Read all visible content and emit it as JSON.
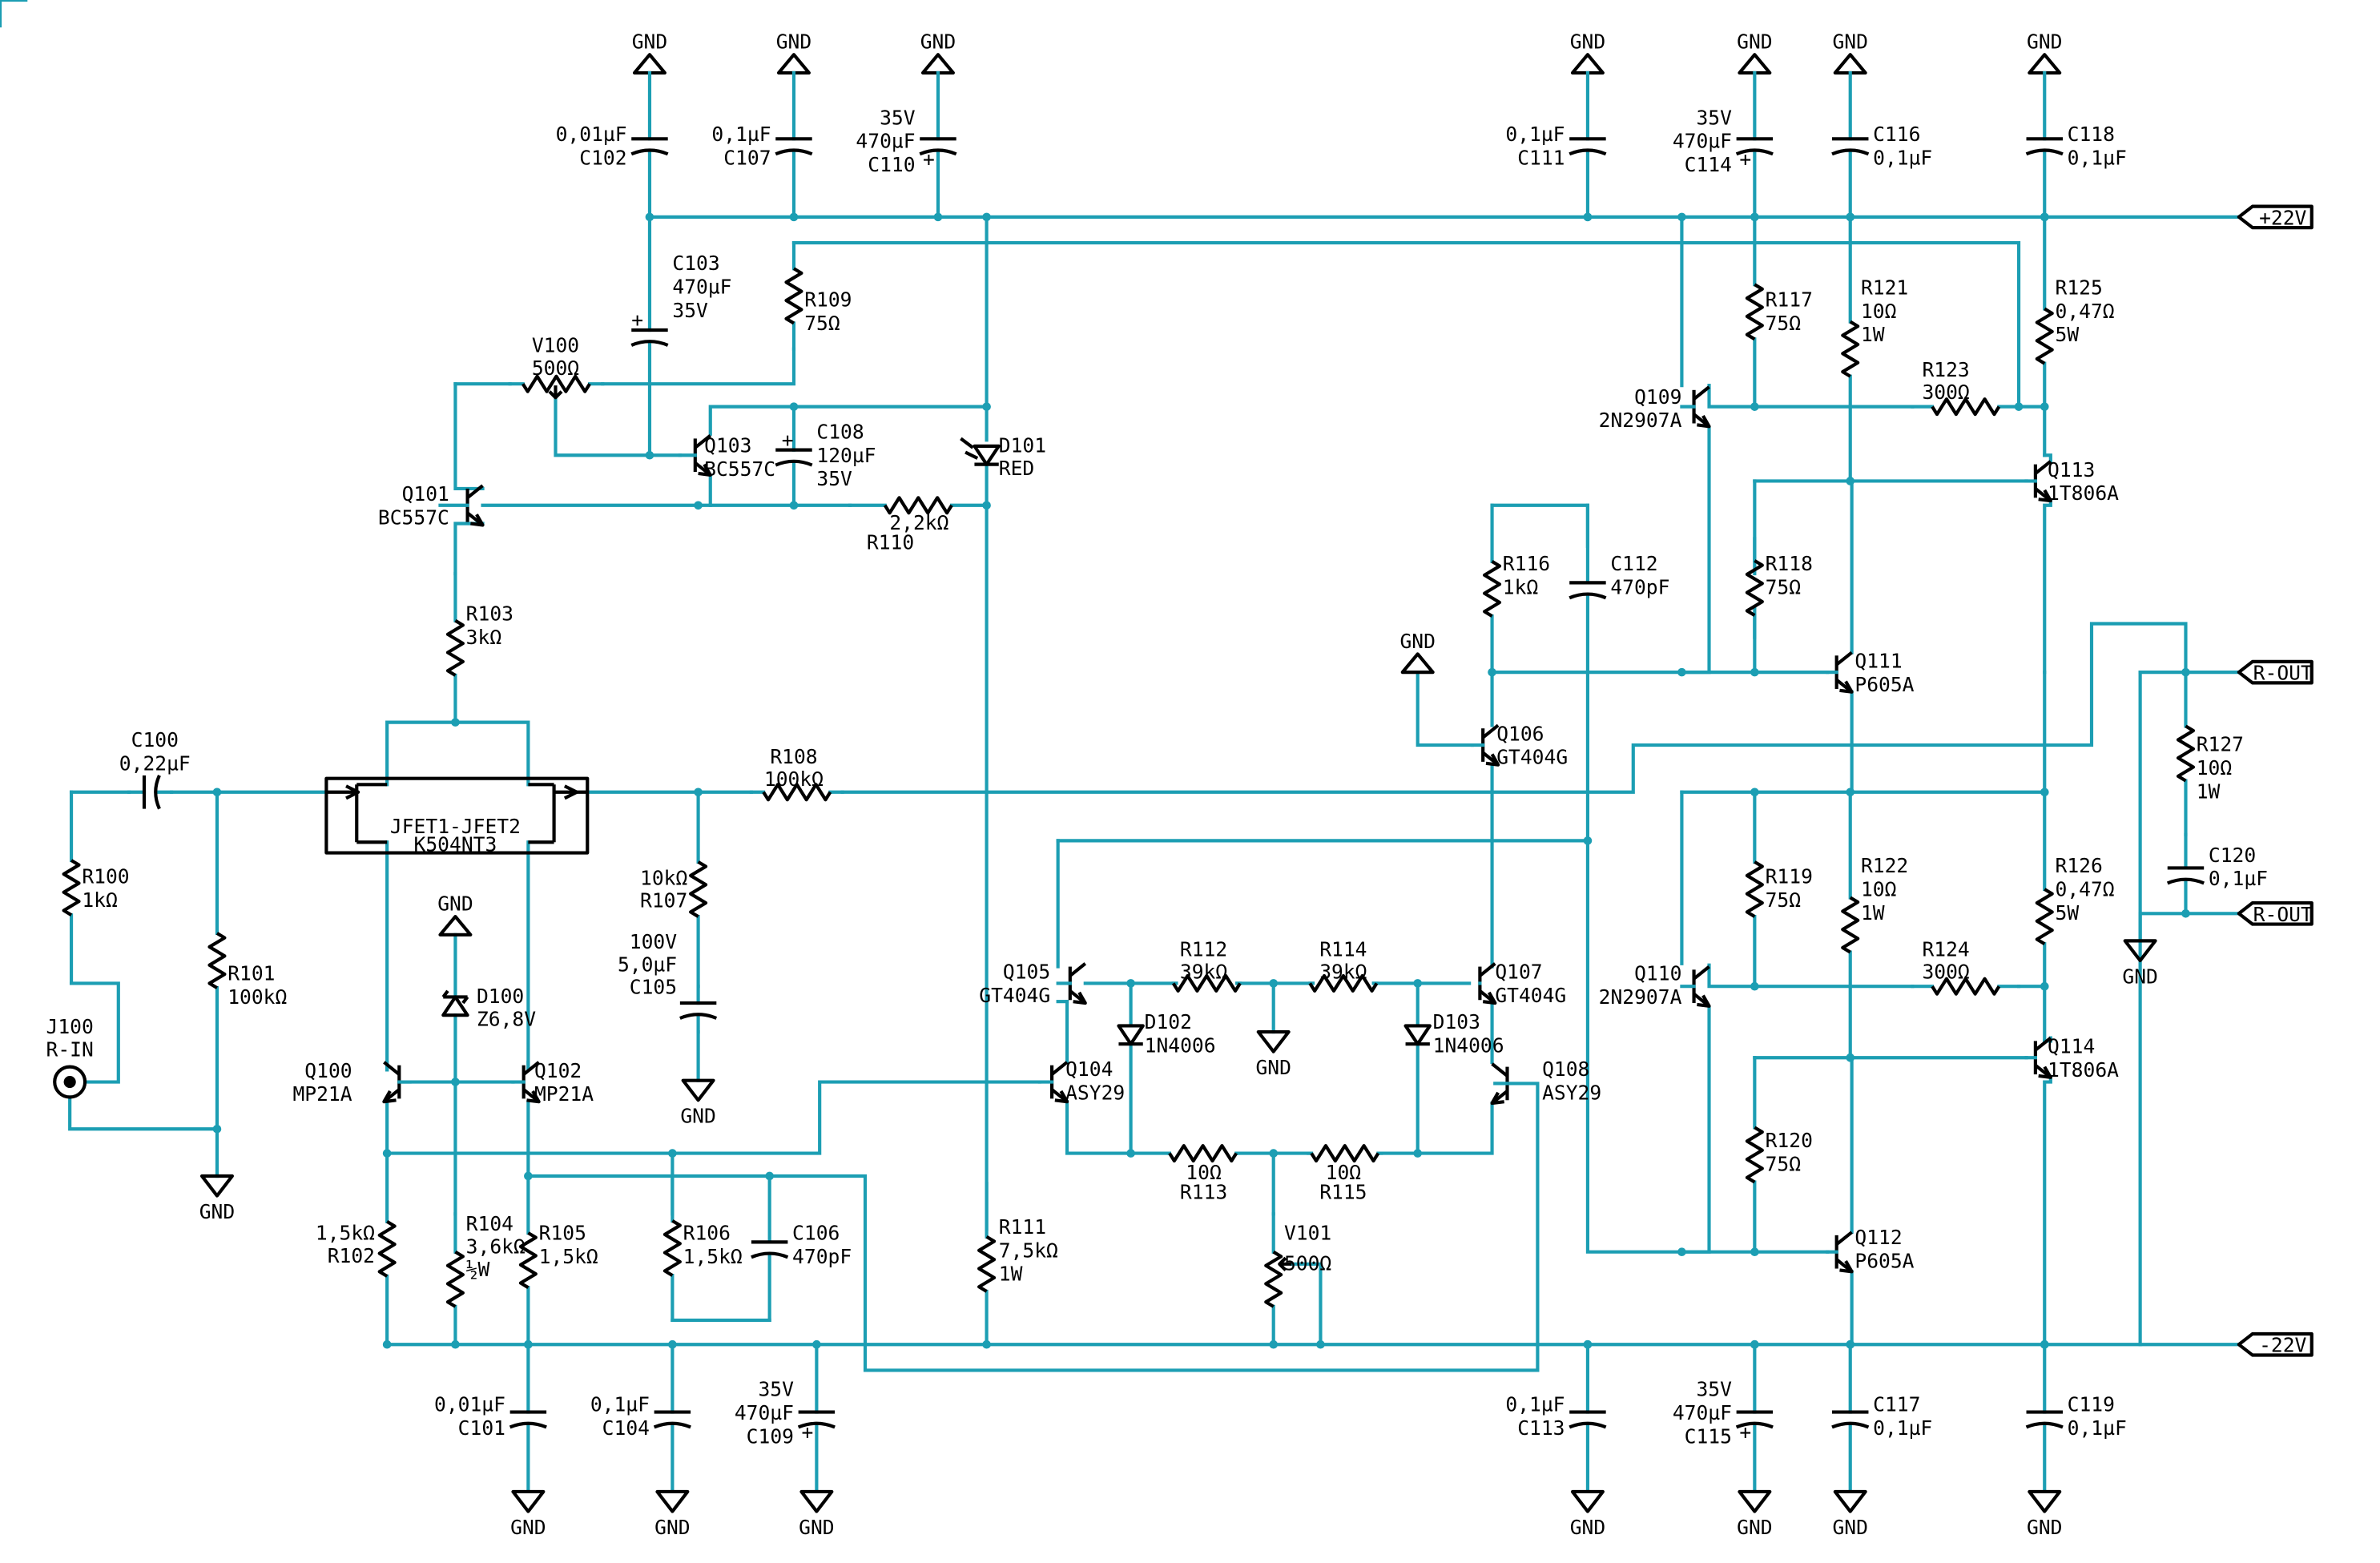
{
  "nets": {
    "gnd": "GND",
    "pos": "+22V",
    "neg": "-22V",
    "rout": "R-OUT"
  },
  "components": {
    "C100": {
      "ref": "C100",
      "value": "0,22µF"
    },
    "C101": {
      "ref": "C101",
      "value": "0,01µF"
    },
    "C102": {
      "ref": "C102",
      "value": "0,01µF"
    },
    "C103": {
      "ref": "C103",
      "value": "470µF",
      "rating": "35V"
    },
    "C104": {
      "ref": "C104",
      "value": "0,1µF"
    },
    "C105": {
      "ref": "C105",
      "value": "5,0µF",
      "rating": "100V"
    },
    "C106": {
      "ref": "C106",
      "value": "470pF"
    },
    "C107": {
      "ref": "C107",
      "value": "0,1µF"
    },
    "C108": {
      "ref": "C108",
      "value": "120µF",
      "rating": "35V"
    },
    "C109": {
      "ref": "C109",
      "value": "470µF",
      "rating": "35V"
    },
    "C110": {
      "ref": "C110",
      "value": "470µF",
      "rating": "35V"
    },
    "C111": {
      "ref": "C111",
      "value": "0,1µF"
    },
    "C112": {
      "ref": "C112",
      "value": "470pF"
    },
    "C113": {
      "ref": "C113",
      "value": "0,1µF"
    },
    "C114": {
      "ref": "C114",
      "value": "470µF",
      "rating": "35V"
    },
    "C115": {
      "ref": "C115",
      "value": "470µF",
      "rating": "35V"
    },
    "C116": {
      "ref": "C116",
      "value": "0,1µF"
    },
    "C117": {
      "ref": "C117",
      "value": "0,1µF"
    },
    "C118": {
      "ref": "C118",
      "value": "0,1µF"
    },
    "C119": {
      "ref": "C119",
      "value": "0,1µF"
    },
    "C120": {
      "ref": "C120",
      "value": "0,1µF"
    },
    "R100": {
      "ref": "R100",
      "value": "1kΩ"
    },
    "R101": {
      "ref": "R101",
      "value": "100kΩ"
    },
    "R102": {
      "ref": "R102",
      "value": "1,5kΩ"
    },
    "R103": {
      "ref": "R103",
      "value": "3kΩ"
    },
    "R104": {
      "ref": "R104",
      "value": "3,6kΩ",
      "power": "½W"
    },
    "R105": {
      "ref": "R105",
      "value": "1,5kΩ"
    },
    "R106": {
      "ref": "R106",
      "value": "1,5kΩ"
    },
    "R107": {
      "ref": "R107",
      "value": "10kΩ"
    },
    "R108": {
      "ref": "R108",
      "value": "100kΩ"
    },
    "R109": {
      "ref": "R109",
      "value": "75Ω"
    },
    "R110": {
      "ref": "R110",
      "value": "2,2kΩ"
    },
    "R111": {
      "ref": "R111",
      "value": "7,5kΩ",
      "power": "1W"
    },
    "R112": {
      "ref": "R112",
      "value": "39kΩ"
    },
    "R113": {
      "ref": "R113",
      "value": "10Ω"
    },
    "R114": {
      "ref": "R114",
      "value": "39kΩ"
    },
    "R115": {
      "ref": "R115",
      "value": "10Ω"
    },
    "R116": {
      "ref": "R116",
      "value": "1kΩ"
    },
    "R117": {
      "ref": "R117",
      "value": "75Ω"
    },
    "R118": {
      "ref": "R118",
      "value": "75Ω"
    },
    "R119": {
      "ref": "R119",
      "value": "75Ω"
    },
    "R120": {
      "ref": "R120",
      "value": "75Ω"
    },
    "R121": {
      "ref": "R121",
      "value": "10Ω",
      "power": "1W"
    },
    "R122": {
      "ref": "R122",
      "value": "10Ω",
      "power": "1W"
    },
    "R123": {
      "ref": "R123",
      "value": "300Ω"
    },
    "R124": {
      "ref": "R124",
      "value": "300Ω"
    },
    "R125": {
      "ref": "R125",
      "value": "0,47Ω",
      "power": "5W"
    },
    "R126": {
      "ref": "R126",
      "value": "0,47Ω",
      "power": "5W"
    },
    "R127": {
      "ref": "R127",
      "value": "10Ω",
      "power": "1W"
    },
    "V100": {
      "ref": "V100",
      "value": "500Ω"
    },
    "V101": {
      "ref": "V101",
      "value": "500Ω"
    },
    "D100": {
      "ref": "D100",
      "value": "Z6,8V"
    },
    "D101": {
      "ref": "D101",
      "value": "RED"
    },
    "D102": {
      "ref": "D102",
      "value": "1N4006"
    },
    "D103": {
      "ref": "D103",
      "value": "1N4006"
    },
    "Q100": {
      "ref": "Q100",
      "value": "MP21A"
    },
    "Q101": {
      "ref": "Q101",
      "value": "BC557C"
    },
    "Q102": {
      "ref": "Q102",
      "value": "MP21A"
    },
    "Q103": {
      "ref": "Q103",
      "value": "BC557C"
    },
    "Q104": {
      "ref": "Q104",
      "value": "ASY29"
    },
    "Q105": {
      "ref": "Q105",
      "value": "GT404G"
    },
    "Q106": {
      "ref": "Q106",
      "value": "GT404G"
    },
    "Q107": {
      "ref": "Q107",
      "value": "GT404G"
    },
    "Q108": {
      "ref": "Q108",
      "value": "ASY29"
    },
    "Q109": {
      "ref": "Q109",
      "value": "2N2907A"
    },
    "Q110": {
      "ref": "Q110",
      "value": "2N2907A"
    },
    "Q111": {
      "ref": "Q111",
      "value": "P605A"
    },
    "Q112": {
      "ref": "Q112",
      "value": "P605A"
    },
    "Q113": {
      "ref": "Q113",
      "value": "1T806A"
    },
    "Q114": {
      "ref": "Q114",
      "value": "1T806A"
    },
    "JFET": {
      "ref": "JFET1-JFET2",
      "value": "K504NT3"
    },
    "J100": {
      "ref": "J100",
      "value": "R-IN"
    }
  }
}
